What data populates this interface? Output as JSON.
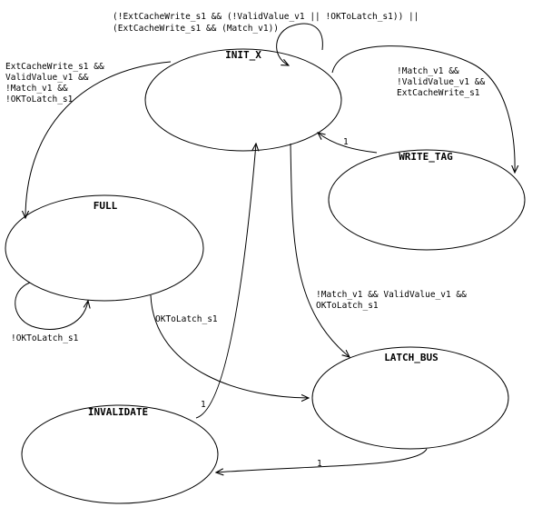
{
  "states": {
    "init_x": "INIT_X",
    "full": "FULL",
    "write_tag": "WRITE_TAG",
    "latch_bus": "LATCH_BUS",
    "invalidate": "INVALIDATE"
  },
  "transitions": {
    "init_self": [
      "(!ExtCacheWrite_s1 && (!ValidValue_v1 || !OKToLatch_s1)) ||",
      "(ExtCacheWrite_s1 && (Match_v1))"
    ],
    "init_to_full": [
      "ExtCacheWrite_s1 &&",
      "ValidValue_v1 &&",
      "!Match_v1 &&",
      "!OKToLatch_s1"
    ],
    "init_to_write_tag": [
      "!Match_v1 &&",
      "!ValidValue_v1 &&",
      "ExtCacheWrite_s1"
    ],
    "write_tag_to_init": "1",
    "init_to_latch_bus": [
      "!Match_v1 && ValidValue_v1 &&",
      "OKToLatch_s1"
    ],
    "full_self": "!OKToLatch_s1",
    "full_to_latch_bus": "OKToLatch_s1",
    "invalidate_to_init": "1",
    "latch_bus_to_invalidate": "1"
  }
}
